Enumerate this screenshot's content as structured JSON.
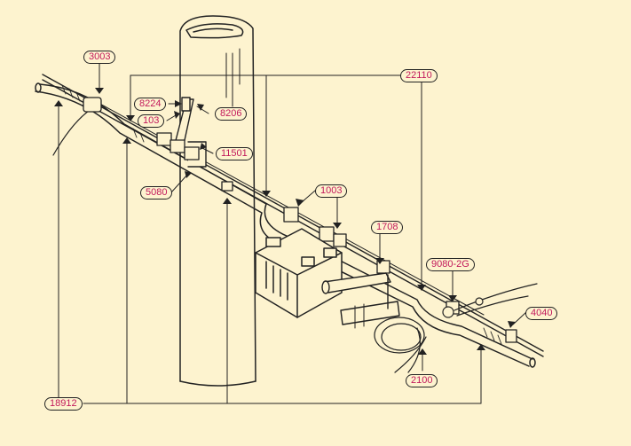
{
  "callouts": {
    "c3003": "3003",
    "c22110": "22110",
    "c8224": "8224",
    "c8206": "8206",
    "c103": "103",
    "c11501": "11501",
    "c5080": "5080",
    "c1003": "1003",
    "c1708": "1708",
    "c9080": "9080-2G",
    "c4040": "4040",
    "c2100": "2100",
    "c18912": "18912"
  },
  "colors": {
    "background": "#fdf3cf",
    "line": "#222222",
    "label_text": "#c2185b"
  }
}
